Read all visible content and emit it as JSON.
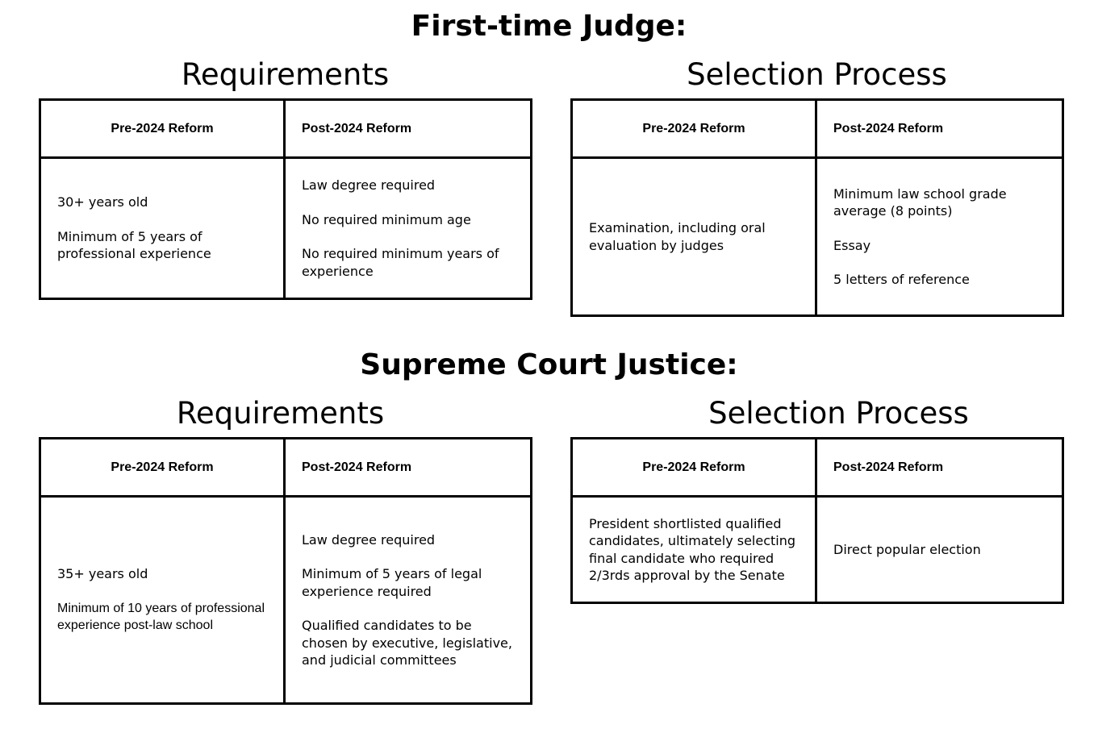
{
  "sections": [
    {
      "title": "First-time Judge:",
      "tables": [
        {
          "subtitle": "Requirements",
          "headers": [
            "Pre-2024 Reform",
            "Post-2024 Reform"
          ],
          "pre": [
            "30+ years old",
            "Minimum of 5 years of professional experience"
          ],
          "post": [
            "Law degree required",
            "No required minimum age",
            "No required minimum years of experience"
          ]
        },
        {
          "subtitle": "Selection Process",
          "headers": [
            "Pre-2024 Reform",
            "Post-2024 Reform"
          ],
          "pre": [
            "Examination, including oral evaluation by judges"
          ],
          "post": [
            "Minimum law school grade average (8 points)",
            "Essay",
            "5 letters of reference"
          ]
        }
      ]
    },
    {
      "title": "Supreme Court Justice:",
      "tables": [
        {
          "subtitle": "Requirements",
          "headers": [
            "Pre-2024 Reform",
            "Post-2024 Reform"
          ],
          "pre": [
            "35+ years old",
            "Minimum of 10 years of professional experience post-law school"
          ],
          "post": [
            "Law degree required",
            "Minimum of 5 years of legal experience required",
            "Qualified candidates to be chosen by executive, legislative, and judicial committees"
          ]
        },
        {
          "subtitle": "Selection Process",
          "headers": [
            "Pre-2024 Reform",
            "Post-2024 Reform"
          ],
          "pre": [
            "President shortlisted qualified candidates, ultimately selecting final candidate who required 2/3rds approval by the Senate"
          ],
          "post": [
            "Direct popular election"
          ]
        }
      ]
    }
  ]
}
